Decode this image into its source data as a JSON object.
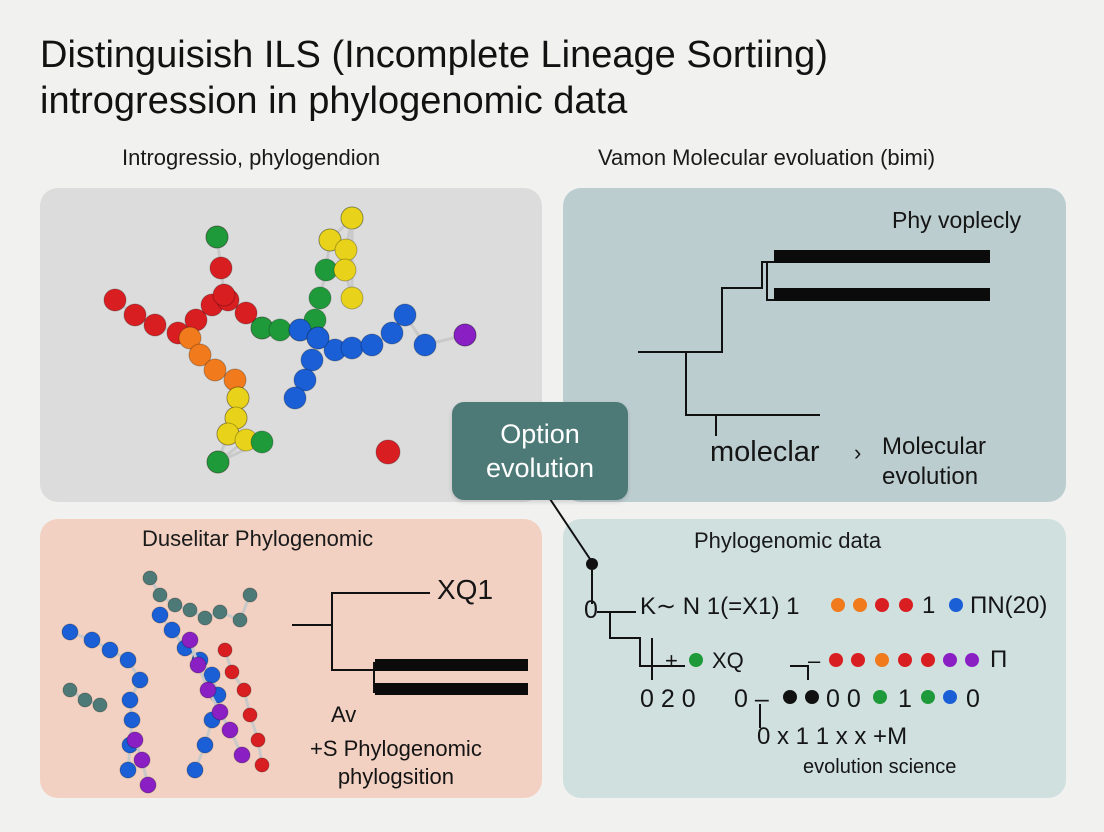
{
  "title_line1": "Distinguisish ILS (Incomplete Lineage Sortiing)",
  "title_line2": "introgression in phylogenomic data",
  "panels": {
    "top_left": {
      "heading": "Introgressio, phylogendion"
    },
    "top_right": {
      "heading": "Vamon Molecular evoluation (bimi)",
      "label": "Phy voplecly",
      "tip_label": "moleclar",
      "arrow": "›",
      "result_line1": "Molecular",
      "result_line2": "evolution"
    },
    "bottom_left": {
      "heading": "Duselitar Phylogenomic",
      "tip_label": "XQ1",
      "node_label": "Av",
      "caption_line1": "+S Phylogenomic",
      "caption_line2": "phylogsition"
    },
    "bottom_right": {
      "heading": "Phylogenomic data",
      "row1": "K∼ N 1(=X1) 1",
      "row1_mid": "1",
      "row1_end": "ΠN(20)",
      "row2_plus": "+",
      "row2_xq": "XQ",
      "row2_minus": "–",
      "row2_end": "Π",
      "row3_left": "0 2 0",
      "row3_mid": "0 –",
      "row3_seq": "0 0",
      "row3_one": "1",
      "row3_zero": "0",
      "row4": "0 x 1 1 x x +M",
      "caption": "evolution science"
    }
  },
  "option_box": {
    "line1": "Option",
    "line2": "evolution"
  },
  "colors": {
    "red": "#d91e22",
    "orange": "#f07a1c",
    "yellow": "#e8d21a",
    "green": "#1f9a3a",
    "blue": "#1a5fd6",
    "purple": "#8a1fc4",
    "teal_box": "#4d7a77"
  }
}
